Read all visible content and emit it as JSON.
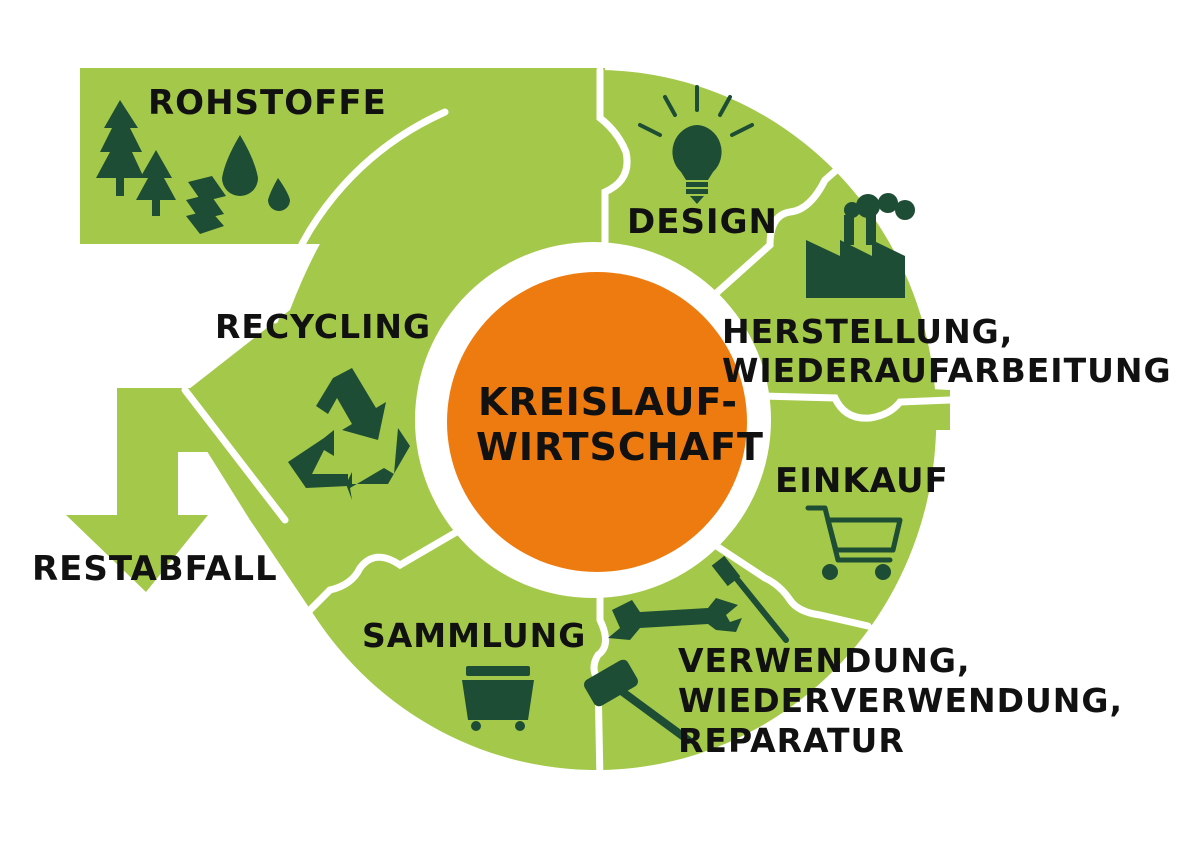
{
  "center": {
    "line1": "KREISLAUF-",
    "line2": "WIRTSCHAFT"
  },
  "stages": {
    "rohstoffe": "ROHSTOFFE",
    "design": "DESIGN",
    "herstellung_line1": "HERSTELLUNG,",
    "herstellung_line2": "WIEDERAUFARBEITUNG",
    "einkauf": "EINKAUF",
    "verwendung_line1": "VERWENDUNG,",
    "verwendung_line2": "WIEDERVERWENDUNG,",
    "verwendung_line3": "REPARATUR",
    "sammlung": "SAMMLUNG",
    "recycling": "RECYCLING",
    "restabfall": "RESTABFALL"
  },
  "icons": {
    "rohstoffe": "trees-water-wood-icon",
    "design": "lightbulb-icon",
    "herstellung": "factory-icon",
    "einkauf": "shopping-cart-icon",
    "verwendung": "tools-icon",
    "sammlung": "waste-container-icon",
    "recycling": "recycling-icon"
  },
  "colors": {
    "segment": "#a4c94a",
    "gap": "#ffffff",
    "center": "#ee7b0f",
    "icon": "#1d4d34",
    "text": "#111111"
  }
}
